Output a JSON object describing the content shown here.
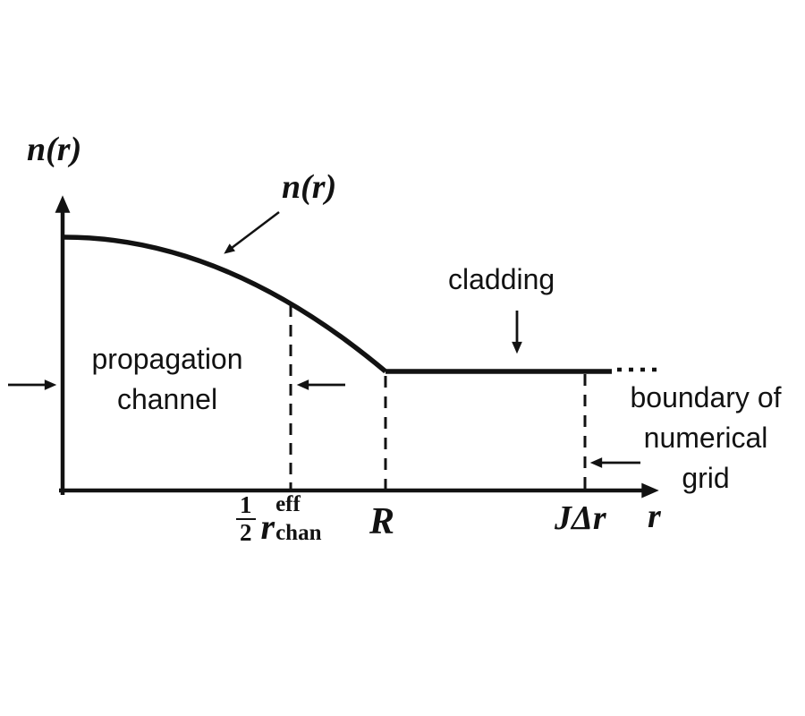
{
  "figure": {
    "background": "#ffffff",
    "ink_color": "#121212",
    "y_axis_label": "n(r)",
    "x_axis_label": "r",
    "curve_label": "n(r)",
    "annotations": {
      "propagation_channel": {
        "line1": "propagation",
        "line2": "channel"
      },
      "cladding": {
        "label": "cladding"
      },
      "boundary": {
        "line1": "boundary of",
        "line2": "numerical",
        "line3": "grid"
      }
    },
    "x_ticks": {
      "effective_channel_radius": {
        "fraction_numerator": "1",
        "fraction_denominator": "2",
        "symbol": "r",
        "superscript": "eff",
        "subscript": "chan"
      },
      "core_radius": {
        "label": "R"
      },
      "grid_boundary": {
        "label": "JΔr"
      }
    }
  }
}
